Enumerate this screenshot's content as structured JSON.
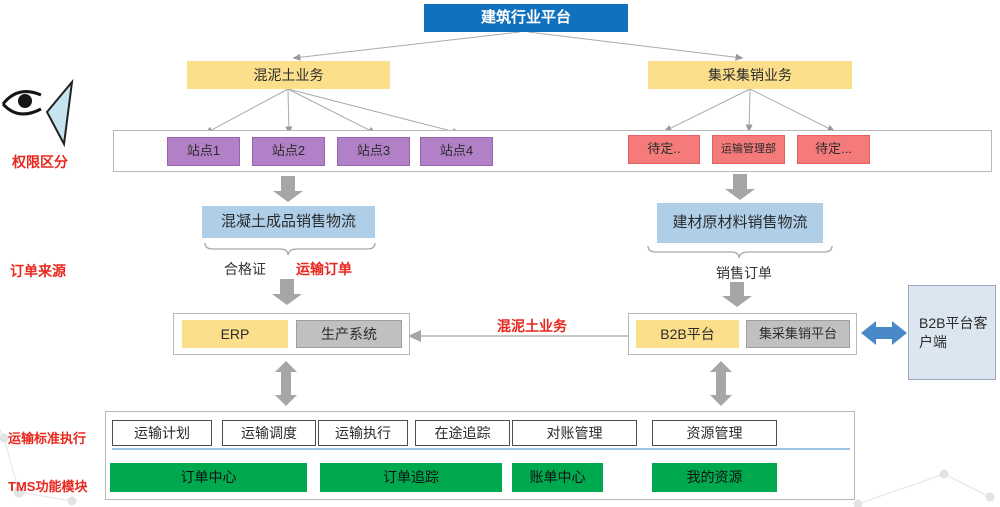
{
  "colors": {
    "root_blue": "#1071BE",
    "business_yellow": "#FBDF8B",
    "site_purple": "#B180C6",
    "dept_pink": "#F57B7B",
    "logistics_blue": "#AFCEE8",
    "system_gray": "#C0C0C0",
    "module_green": "#00A84E",
    "annotation_red": "#E8271E",
    "client_fill": "#DCE6F1",
    "arrow_blue": "#4A89C8",
    "arrow_gray": "#A6A6A6"
  },
  "diagram": {
    "root": {
      "label": "建筑行业平台"
    },
    "business": {
      "left": "混泥土业务",
      "right": "集采集销业务"
    },
    "sites": [
      "站点1",
      "站点2",
      "站点3",
      "站点4"
    ],
    "departments": [
      "待定..",
      "运输管理部",
      "待定..."
    ],
    "logistics": {
      "left": "混凝土成品销售物流",
      "right": "建材原材料销售物流"
    },
    "annotations": {
      "certificate": "合格证",
      "transport_order": "运输订单",
      "sales_order": "销售订单",
      "concrete_business": "混泥土业务"
    },
    "systems": {
      "erp": "ERP",
      "production": "生产系统",
      "b2b": "B2B平台",
      "procurement_platform": "集采集销平台",
      "client": "B2B平台客户端"
    },
    "side_labels": {
      "permission": "权限区分",
      "order_source": "订单来源",
      "transport_standard": "运输标准执行",
      "tms_module": "TMS功能模块"
    },
    "tms_functions": [
      "运输计划",
      "运输调度",
      "运输执行",
      "在途追踪",
      "对账管理",
      "资源管理"
    ],
    "tms_modules": [
      "订单中心",
      "订单追踪",
      "账单中心",
      "我的资源"
    ]
  }
}
